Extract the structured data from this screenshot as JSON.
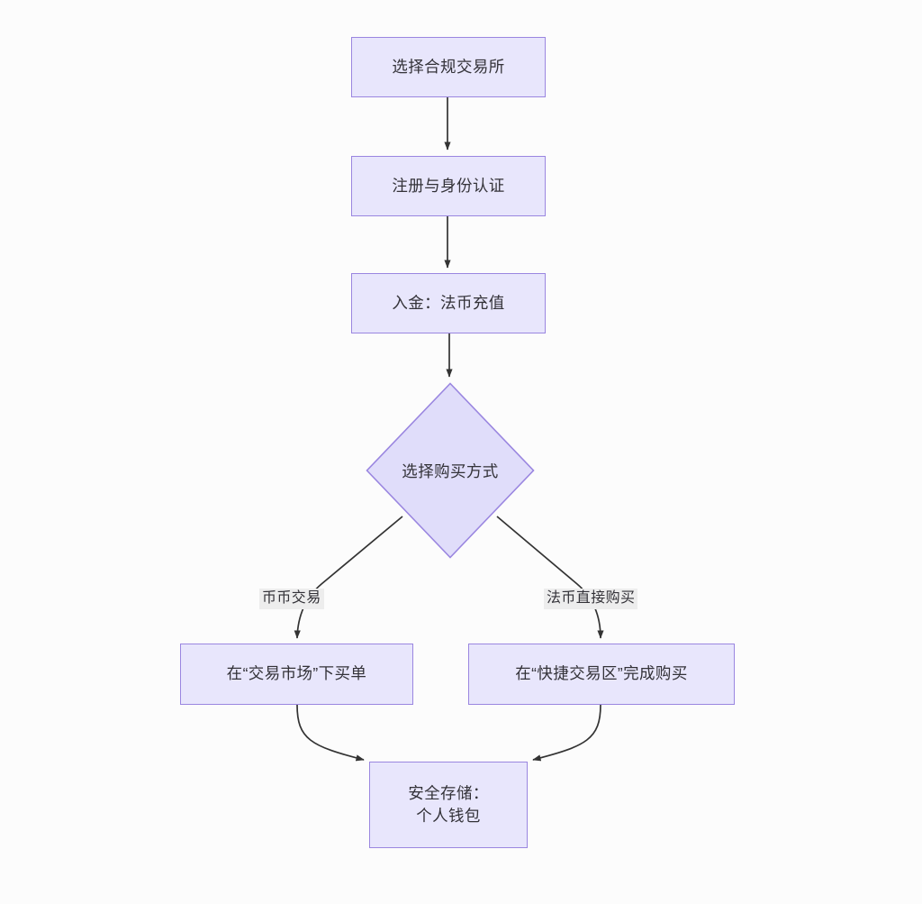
{
  "diagram": {
    "type": "flowchart",
    "direction": "top-to-bottom",
    "background_color": "#fcfcfc",
    "node_fill_color": "#e8e6fc",
    "node_border_color": "#9a86e0",
    "node_text_color": "#333238",
    "edge_color": "#333333",
    "edge_label_background": "#ededed",
    "nodes": [
      {
        "id": "n1",
        "shape": "rect",
        "label": "选择合规交易所"
      },
      {
        "id": "n2",
        "shape": "rect",
        "label": "注册与身份认证"
      },
      {
        "id": "n3",
        "shape": "rect",
        "label": "入金：法币充值"
      },
      {
        "id": "n4",
        "shape": "diamond",
        "label": "选择购买方式"
      },
      {
        "id": "n5",
        "shape": "rect",
        "label": "在“交易市场”下买单"
      },
      {
        "id": "n6",
        "shape": "rect",
        "label": "在“快捷交易区”完成购买"
      },
      {
        "id": "n7",
        "shape": "rect",
        "label": "安全存储：\n个人钱包"
      }
    ],
    "edges": [
      {
        "from": "n1",
        "to": "n2",
        "label": ""
      },
      {
        "from": "n2",
        "to": "n3",
        "label": ""
      },
      {
        "from": "n3",
        "to": "n4",
        "label": ""
      },
      {
        "from": "n4",
        "to": "n5",
        "label": "币币交易"
      },
      {
        "from": "n4",
        "to": "n6",
        "label": "法币直接购买"
      },
      {
        "from": "n5",
        "to": "n7",
        "label": ""
      },
      {
        "from": "n6",
        "to": "n7",
        "label": ""
      }
    ],
    "edge_labels": {
      "left_branch": "币币交易",
      "right_branch": "法币直接购买"
    }
  }
}
